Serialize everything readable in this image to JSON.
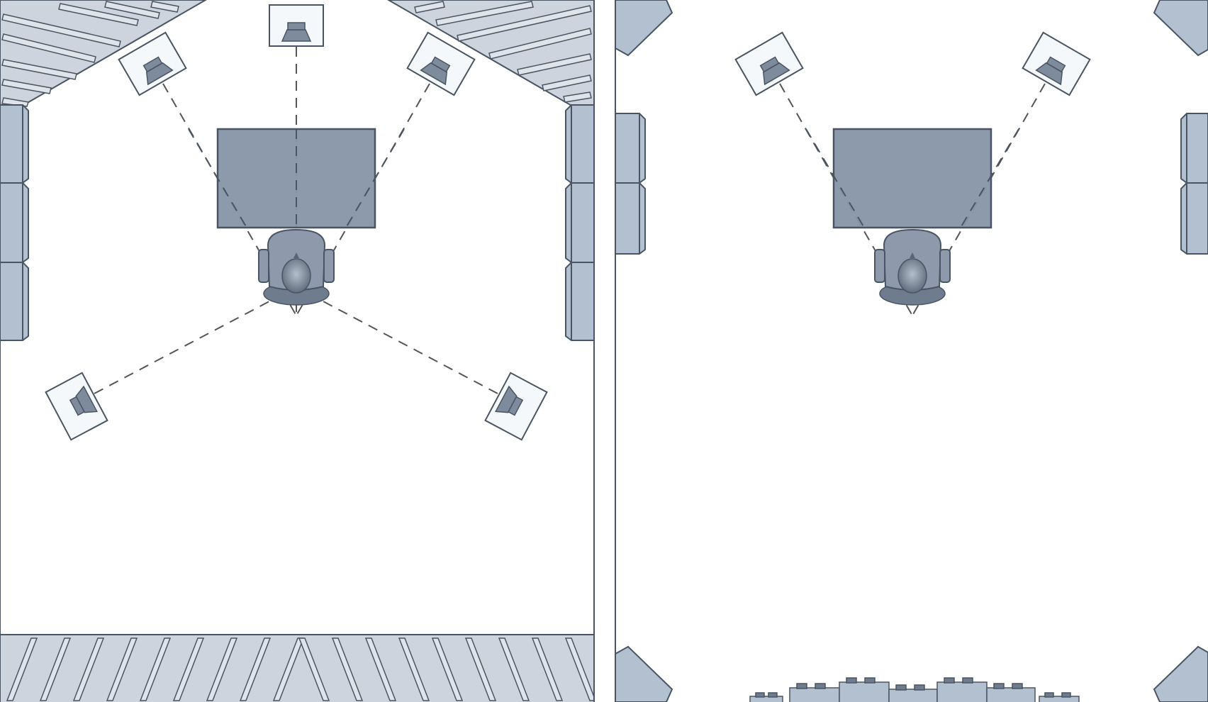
{
  "diagram": {
    "panels": [
      {
        "id": "left",
        "layout": "5.0 surround",
        "speakers": [
          "front-left",
          "center",
          "front-right",
          "surround-left",
          "surround-right"
        ],
        "treatment": [
          "front-corner-diffuser-left",
          "front-corner-diffuser-right",
          "side-panels-left",
          "side-panels-right",
          "rear-slat-diffuser"
        ],
        "furniture": [
          "desk",
          "listener-chair"
        ]
      },
      {
        "id": "right",
        "layout": "stereo",
        "speakers": [
          "front-left",
          "front-right"
        ],
        "treatment": [
          "corner-bass-traps",
          "side-panels-left",
          "side-panels-right",
          "rear-skyline-diffuser"
        ],
        "furniture": [
          "desk",
          "listener-chair"
        ]
      }
    ],
    "colors": {
      "outline": "#4a5563",
      "panel_fill": "#b3c0d0",
      "diffuser_fill": "#cdd4de",
      "desk_fill": "#8795a6",
      "speaker_box": "#f4f8fa",
      "speaker_cone": "#7e8b9c",
      "line": "#555555"
    }
  }
}
